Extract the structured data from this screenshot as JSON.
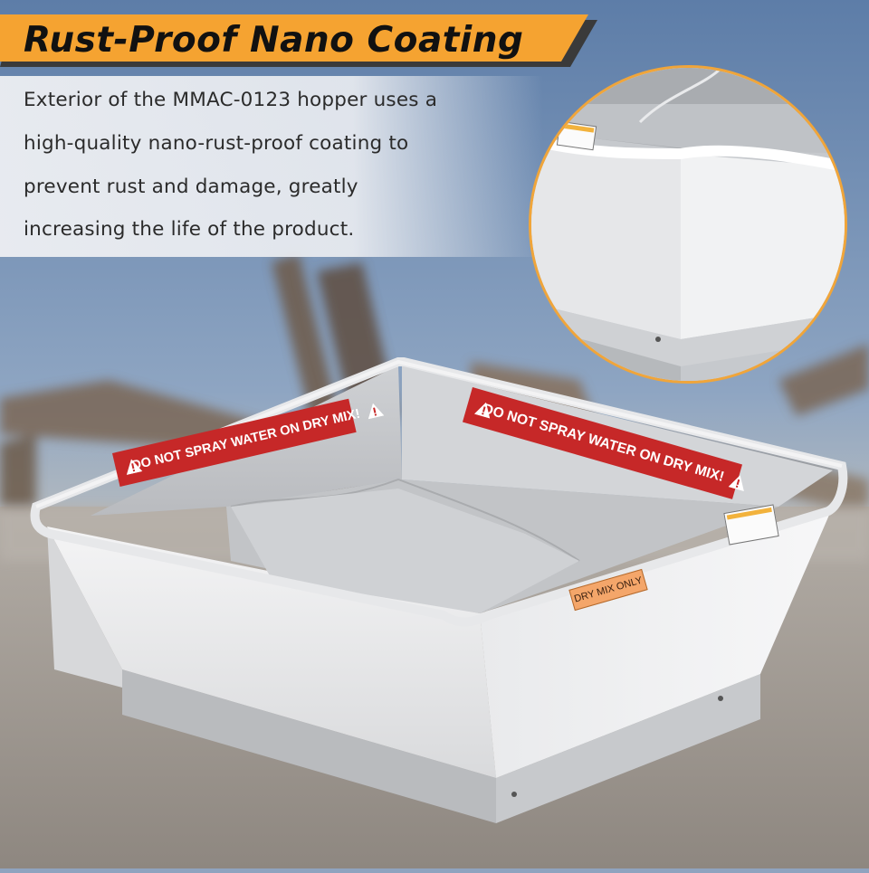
{
  "header": {
    "title": "Rust-Proof Nano Coating",
    "accent_color": "#f5a331",
    "shadow_color": "#3a3a3a"
  },
  "description": {
    "lines": [
      "Exterior of the MMAC-0123 hopper uses a",
      "high-quality nano-rust-proof coating to",
      "prevent rust and damage, greatly",
      "increasing the life of the product."
    ]
  },
  "zoom_inset": {
    "border_color": "#f0a53a"
  },
  "labels": {
    "warning_left": "DO NOT SPRAY WATER ON DRY MIX!",
    "warning_right": "DO NOT SPRAY WATER ON DRY MIX!",
    "dry_mix": "DRY MIX ONLY",
    "warning_color": "#c62828",
    "dry_mix_color": "#f4a66a"
  },
  "icons": {
    "warning": "warning-triangle-icon",
    "safety_decal": "safety-decal-icon"
  }
}
